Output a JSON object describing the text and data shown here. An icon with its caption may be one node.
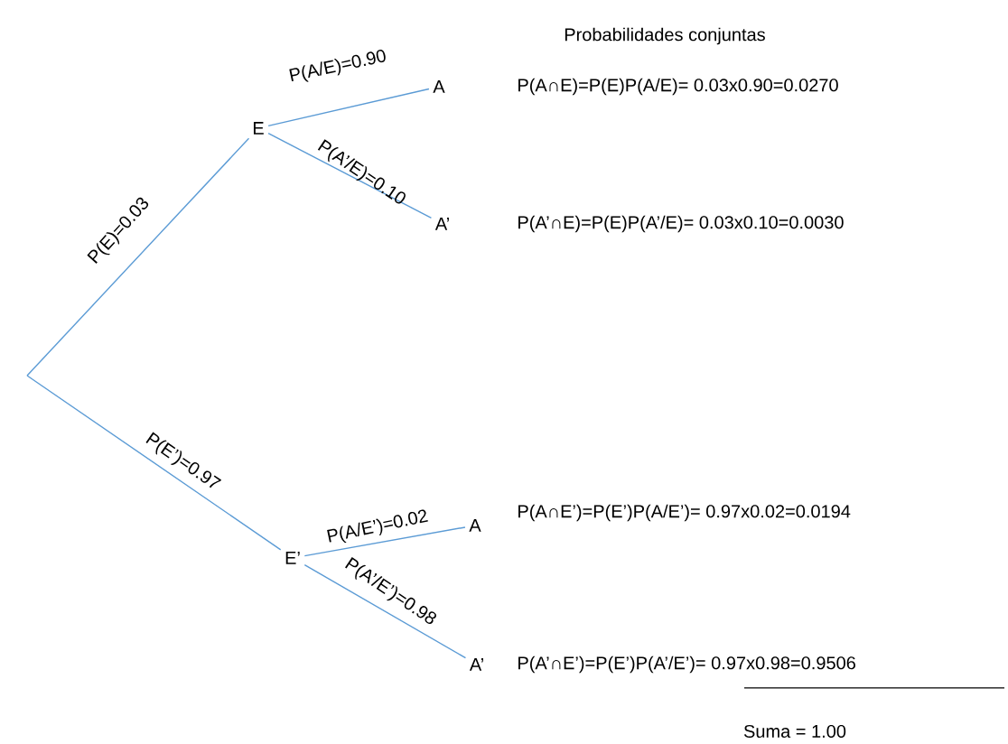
{
  "diagram": {
    "nodes": [
      {
        "text": [
          "E"
        ]
      },
      {
        "text": [
          "A"
        ]
      },
      {
        "text": [
          "A’"
        ]
      },
      {
        "text": [
          "E’"
        ]
      },
      {
        "text": [
          "A"
        ]
      },
      {
        "text": [
          "A’"
        ]
      }
    ],
    "edges": [
      {
        "from": null,
        "to": 0,
        "arrow": "none",
        "label": "P(E)=0.03"
      },
      {
        "from": 0,
        "to": 1,
        "arrow": "none",
        "label": "P(A/E)=0.90"
      },
      {
        "from": 0,
        "to": 2,
        "arrow": "none",
        "label": "P(A’/E)=0.10"
      },
      {
        "from": null,
        "to": 3,
        "arrow": "none",
        "label": "P(E’)=0.97"
      },
      {
        "from": 3,
        "to": 4,
        "arrow": "none",
        "label": "P(A/E’)=0.02"
      },
      {
        "from": 3,
        "to": 5,
        "arrow": "none",
        "label": "P(A’/E’)=0.98"
      }
    ],
    "labels": [
      "Probabilidades conjuntas",
      "P(A∩E)=P(E)P(A/E)= 0.03x0.90=0.0270",
      "P(A’∩E)=P(E)P(A’/E)= 0.03x0.10=0.0030",
      "P(A∩E’)=P(E’)P(A/E’)= 0.97x0.02=0.0194",
      "P(A’∩E’)=P(E’)P(A’/E’)= 0.97x0.98=0.9506",
      "Suma = 1.00"
    ]
  }
}
